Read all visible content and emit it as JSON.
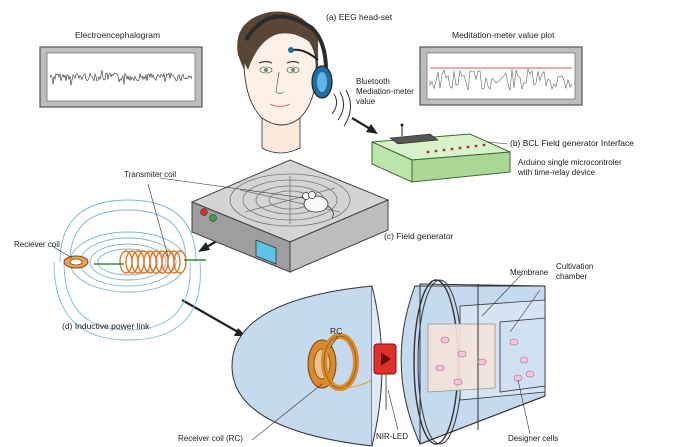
{
  "labels": {
    "eeg_plot_title": "Electroencephalogram",
    "eeg_headset": "(a) EEG head-set",
    "meditation_plot_title": "Meditation-meter value plot",
    "bluetooth_line1": "Bluetooth",
    "bluetooth_line2": "Mediation-meter",
    "bluetooth_line3": "value",
    "bcl_interface": "(b)  BCL Field generator Interface",
    "arduino_line1": "Arduino single microcontroler",
    "arduino_line2": "with time-relay device",
    "transmitter_coil": "Transmiter coil",
    "receiver_coil_left": "Reciever coil",
    "field_generator": "(c) Field generator",
    "inductive_link": "(d) Inductive power link",
    "rc": "RC",
    "membrane": "Membrane",
    "cultivation_line1": "Cultivation",
    "cultivation_line2": "chamber",
    "receiver_coil_rc": "Receiver coil (RC)",
    "nir_led": "NIR-LED",
    "designer_cells": "Designer cells"
  },
  "colors": {
    "interface_green": "#c6ecb8",
    "chamber_blue": "#c5d9ef",
    "coil_orange": "#e07a2a",
    "led_red": "#e0302a",
    "field_lines": "#7fb6d9",
    "cell_pink": "#f3c6dc",
    "plot_red": "#e05050"
  }
}
